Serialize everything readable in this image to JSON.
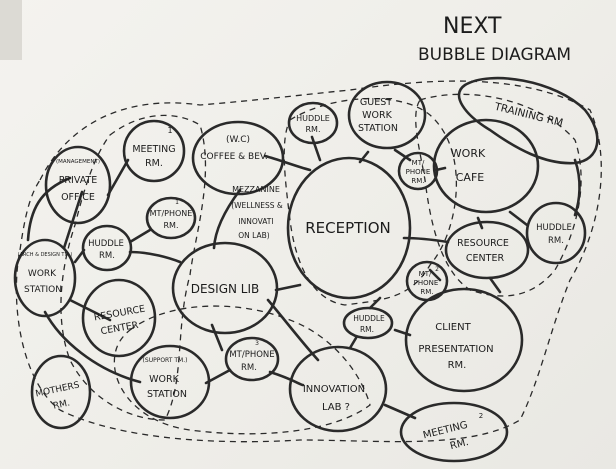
{
  "title": {
    "line1": "NEXT",
    "line2": "BUBBLE DIAGRAM"
  },
  "rooms": {
    "training": {
      "lines": [
        "TRAINING RM"
      ]
    },
    "guest": {
      "lines": [
        "GUEST",
        "WORK",
        "STATION"
      ]
    },
    "huddle_top": {
      "lines": [
        "HUDDLE",
        "RM."
      ]
    },
    "meeting1": {
      "lines": [
        "MEETING",
        "RM."
      ],
      "num": "1"
    },
    "coffee": {
      "lines": [
        "(W.C)",
        "COFFEE & BEV."
      ]
    },
    "private": {
      "tag": "(MANAGEMENT)",
      "lines": [
        "PRIVATE",
        "OFFICE"
      ]
    },
    "work_cafe": {
      "lines": [
        "WORK",
        "CAFE"
      ]
    },
    "mt_phone_top": {
      "lines": [
        "MT/",
        "PHONE",
        "RM."
      ]
    },
    "mezzanine": {
      "lines": [
        "MEZZANINE",
        "(WELLNESS &",
        "INNOVATI",
        "ON LAB)"
      ]
    },
    "mt_phone1": {
      "lines": [
        "MT/PHONE",
        "RM."
      ],
      "num": "1"
    },
    "reception": {
      "lines": [
        "RECEPTION"
      ]
    },
    "huddle_right": {
      "lines": [
        "HUDDLE",
        "RM."
      ]
    },
    "resource_r": {
      "lines": [
        "RESOURCE",
        "CENTER"
      ]
    },
    "huddle_left": {
      "lines": [
        "HUDDLE",
        "RM."
      ]
    },
    "workstation_l": {
      "tag": "(ARCH & DESIGN TM.)",
      "lines": [
        "WORK",
        "STATION"
      ]
    },
    "design_lib": {
      "lines": [
        "DESIGN LIB"
      ]
    },
    "mt_phone2": {
      "lines": [
        "MT/",
        "PHONE",
        "RM."
      ],
      "num": "2"
    },
    "resource_l": {
      "lines": [
        "RESOURCE",
        "CENTER"
      ]
    },
    "huddle_mid": {
      "lines": [
        "HUDDLE",
        "RM."
      ]
    },
    "client": {
      "lines": [
        "CLIENT",
        "PRESENTATION",
        "RM."
      ]
    },
    "mt_phone3": {
      "lines": [
        "MT/PHONE",
        "RM."
      ],
      "num": "3"
    },
    "workstation_b": {
      "tag": "(SUPPORT TM.)",
      "lines": [
        "WORK",
        "STATION"
      ]
    },
    "innovation": {
      "lines": [
        "INNOVATION",
        "LAB ?"
      ]
    },
    "mothers": {
      "lines": [
        "MOTHERS",
        "RM."
      ]
    },
    "meeting2": {
      "lines": [
        "MEETING",
        "RM."
      ],
      "num": "2"
    }
  }
}
